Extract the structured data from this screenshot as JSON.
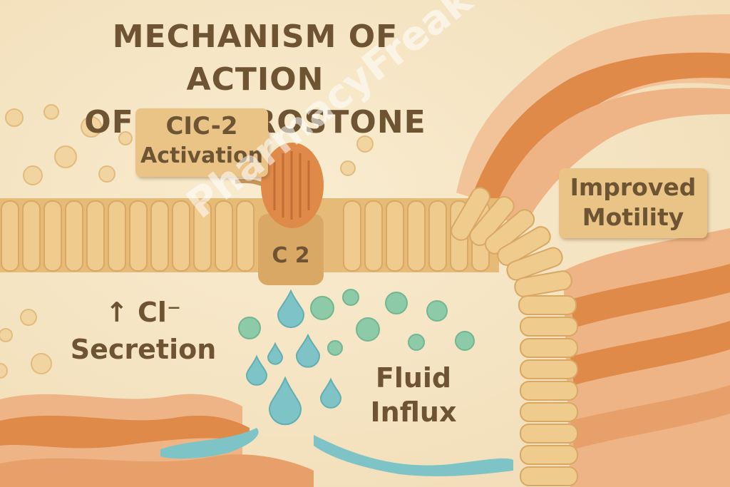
{
  "title": {
    "line1": "MECHANISM OF ACTION",
    "line2": "OF LUBIPROSTONE"
  },
  "labels": {
    "clc2_line1": "CIC-2",
    "clc2_line2": "Activation",
    "secretion_line1": "↑ Cl⁻",
    "secretion_line2": "Secretion",
    "fluid_line1": "Fluid",
    "fluid_line2": "Influx",
    "motility_line1": "Improved",
    "motility_line2": "Motility",
    "channel_mark": "C 2"
  },
  "watermark": "PharmacyFreak",
  "colors": {
    "background": "#f6e6c4",
    "cell": "#ecc587",
    "orange": "#e08a4a",
    "peach": "#efb486",
    "water": "#7ec4c6",
    "green_dot": "#8ccaa8",
    "text": "#6e5433"
  }
}
